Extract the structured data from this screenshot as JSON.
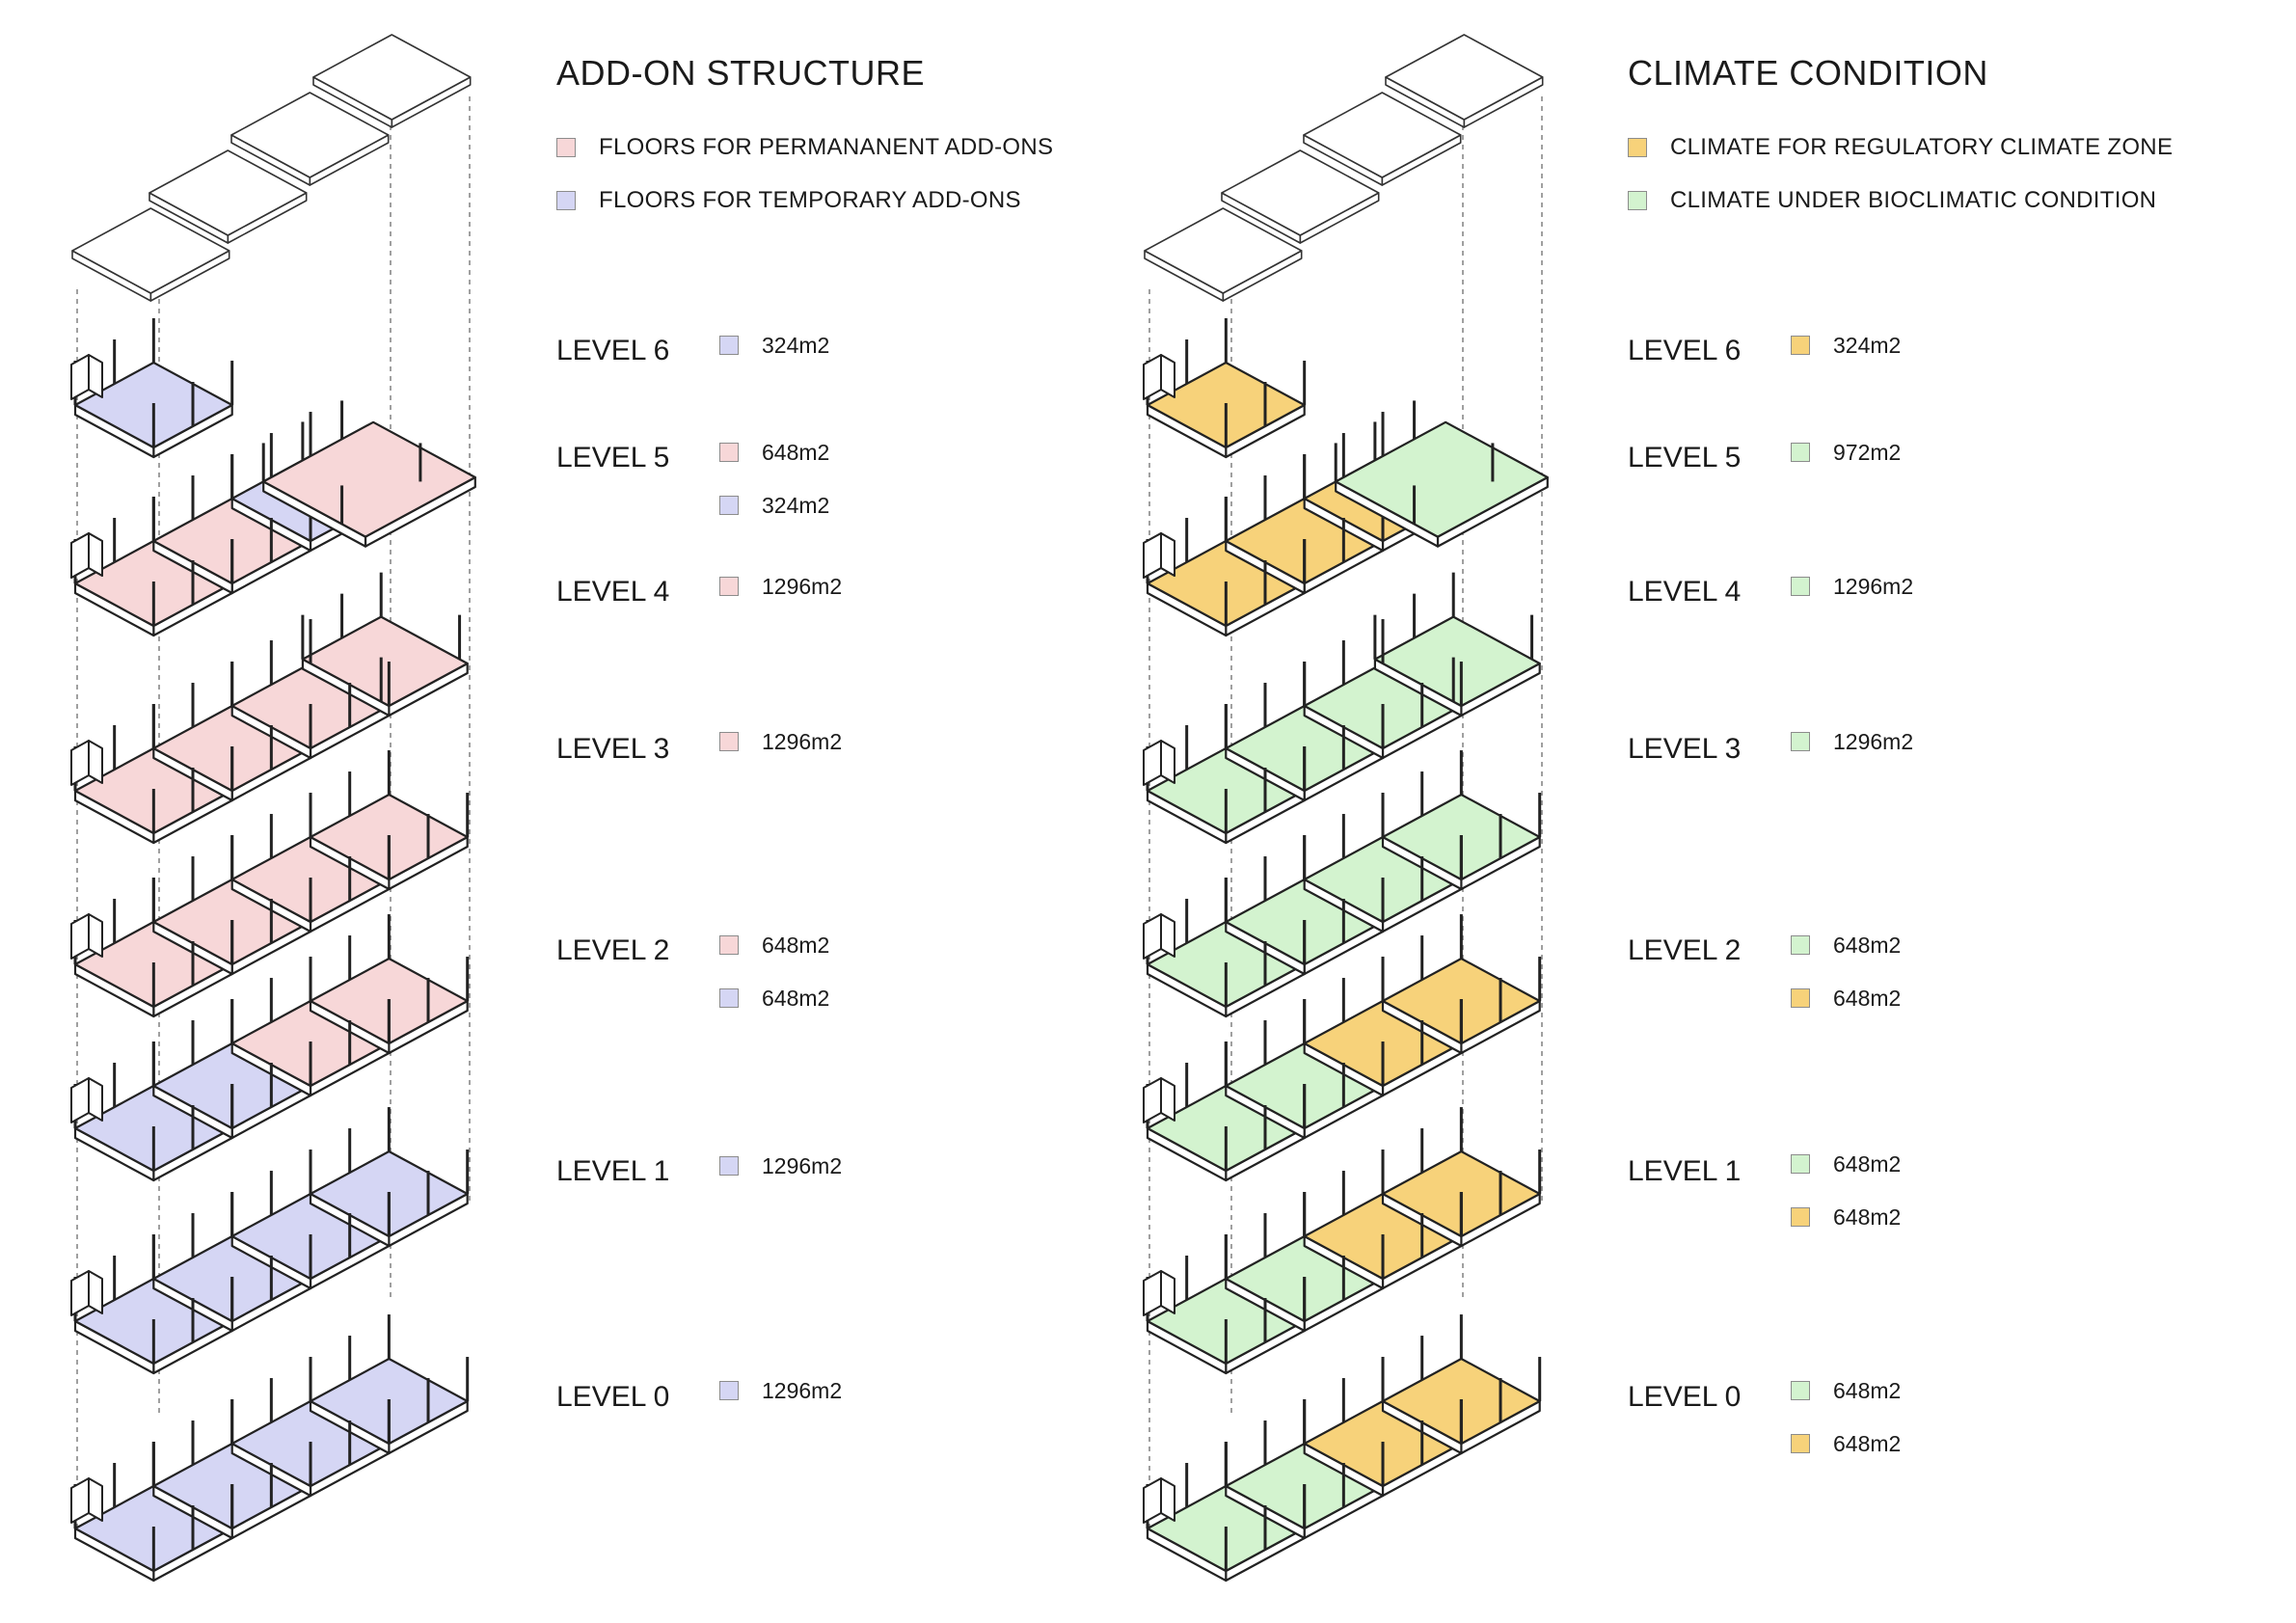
{
  "colors": {
    "permanent": "#f7d7d8",
    "temporary": "#d5d6f4",
    "regulatory": "#f7d27a",
    "bioclimatic": "#d3f3cf"
  },
  "panels": [
    {
      "title": "ADD-ON STRUCTURE",
      "legend": [
        {
          "label": "FLOORS FOR PERMANANENT ADD-ONS",
          "color": "#f7d7d8",
          "key": "permanent"
        },
        {
          "label": "FLOORS FOR TEMPORARY ADD-ONS",
          "color": "#d5d6f4",
          "key": "temporary"
        }
      ],
      "levels": [
        {
          "label": "LEVEL 6",
          "entries": [
            {
              "value": "324m2",
              "key": "temporary"
            }
          ]
        },
        {
          "label": "LEVEL 5",
          "entries": [
            {
              "value": "648m2",
              "key": "permanent"
            },
            {
              "value": "324m2",
              "key": "temporary"
            }
          ]
        },
        {
          "label": "LEVEL 4",
          "entries": [
            {
              "value": "1296m2",
              "key": "permanent"
            }
          ]
        },
        {
          "label": "LEVEL 3",
          "entries": [
            {
              "value": "1296m2",
              "key": "permanent"
            }
          ]
        },
        {
          "label": "LEVEL 2",
          "entries": [
            {
              "value": "648m2",
              "key": "permanent"
            },
            {
              "value": "648m2",
              "key": "temporary"
            }
          ]
        },
        {
          "label": "LEVEL 1",
          "entries": [
            {
              "value": "1296m2",
              "key": "temporary"
            }
          ]
        },
        {
          "label": "LEVEL 0",
          "entries": [
            {
              "value": "1296m2",
              "key": "temporary"
            }
          ]
        }
      ]
    },
    {
      "title": "CLIMATE CONDITION",
      "legend": [
        {
          "label": "CLIMATE FOR REGULATORY CLIMATE ZONE",
          "color": "#f7d27a",
          "key": "regulatory"
        },
        {
          "label": "CLIMATE UNDER BIOCLIMATIC CONDITION",
          "color": "#d3f3cf",
          "key": "bioclimatic"
        }
      ],
      "levels": [
        {
          "label": "LEVEL 6",
          "entries": [
            {
              "value": "324m2",
              "key": "regulatory"
            }
          ]
        },
        {
          "label": "LEVEL 5",
          "entries": [
            {
              "value": "972m2",
              "key": "bioclimatic"
            }
          ]
        },
        {
          "label": "LEVEL 4",
          "entries": [
            {
              "value": "1296m2",
              "key": "bioclimatic"
            }
          ]
        },
        {
          "label": "LEVEL 3",
          "entries": [
            {
              "value": "1296m2",
              "key": "bioclimatic"
            }
          ]
        },
        {
          "label": "LEVEL 2",
          "entries": [
            {
              "value": "648m2",
              "key": "bioclimatic"
            },
            {
              "value": "648m2",
              "key": "regulatory"
            }
          ]
        },
        {
          "label": "LEVEL 1",
          "entries": [
            {
              "value": "648m2",
              "key": "bioclimatic"
            },
            {
              "value": "648m2",
              "key": "regulatory"
            }
          ]
        },
        {
          "label": "LEVEL 0",
          "entries": [
            {
              "value": "648m2",
              "key": "bioclimatic"
            },
            {
              "value": "648m2",
              "key": "regulatory"
            }
          ]
        }
      ]
    }
  ]
}
